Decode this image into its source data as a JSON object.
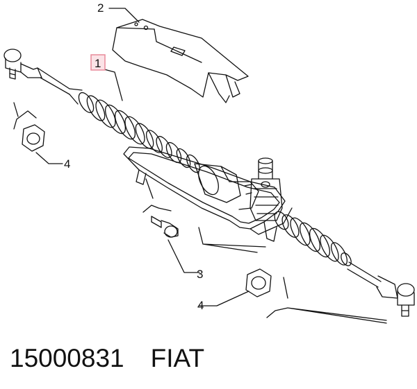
{
  "callouts": {
    "c1": "1",
    "c2": "2",
    "c3": "3",
    "c4a": "4",
    "c4b": "4"
  },
  "footer": {
    "part_number": "15000831",
    "brand": "FIAT"
  },
  "colors": {
    "highlight_stroke": "#e88a9a",
    "highlight_fill": "#fbe3e7",
    "line": "#111111"
  }
}
